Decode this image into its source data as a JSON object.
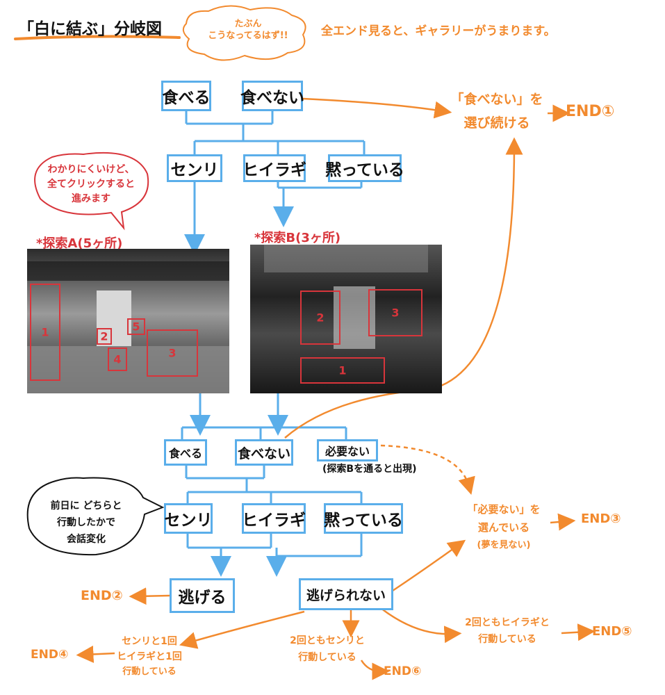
{
  "header": {
    "title": "「白に結ぶ」分岐図",
    "cloud_note": [
      "たぶん",
      "こうなってるはず!!"
    ],
    "gallery_note": "全エンド見ると、ギャラリーがうまります。"
  },
  "top": {
    "eat": "食べる",
    "not_eat": "食べない",
    "senri": "センリ",
    "hiiragi": "ヒイラギ",
    "silent": "黙っている"
  },
  "bubble_click": [
    "わかりにくいけど、",
    "全てクリックすると",
    "進みます"
  ],
  "explore_a": {
    "label": "*探索A(5ヶ所)",
    "spots": [
      "1",
      "2",
      "3",
      "4",
      "5"
    ]
  },
  "explore_b": {
    "label": "*探索B(3ヶ所)",
    "spots": [
      "1",
      "2",
      "3"
    ]
  },
  "end1": {
    "condition": [
      "「食べない」を",
      "選び続ける"
    ],
    "label": "END①"
  },
  "mid": {
    "eat": "食べる",
    "not_eat": "食べない",
    "unneeded": "必要ない",
    "unneeded_note": "(探索Bを通ると出現)",
    "senri": "センリ",
    "hiiragi": "ヒイラギ",
    "silent": "黙っている"
  },
  "bubble_prev": [
    "前日に どちらと",
    "行動したかで",
    "会話変化"
  ],
  "end3": {
    "condition": [
      "「必要ない」を",
      "選んでいる"
    ],
    "sub": "(夢を見ない)",
    "label": "END③"
  },
  "bottom": {
    "escape": "逃げる",
    "no_escape": "逃げられない"
  },
  "end2": {
    "label": "END②"
  },
  "end4": {
    "condition": [
      "センリと1回",
      "ヒイラギと1回",
      "行動している"
    ],
    "label": "END④"
  },
  "end5": {
    "condition": [
      "2回ともヒイラギと",
      "行動している"
    ],
    "label": "END⑤"
  },
  "end6": {
    "condition": [
      "2回ともセンリと",
      "行動している"
    ],
    "label": "END⑥"
  },
  "colors": {
    "box_border": "#5aaeea",
    "annotation": "#f28a2e",
    "highlight": "#d8353b"
  }
}
